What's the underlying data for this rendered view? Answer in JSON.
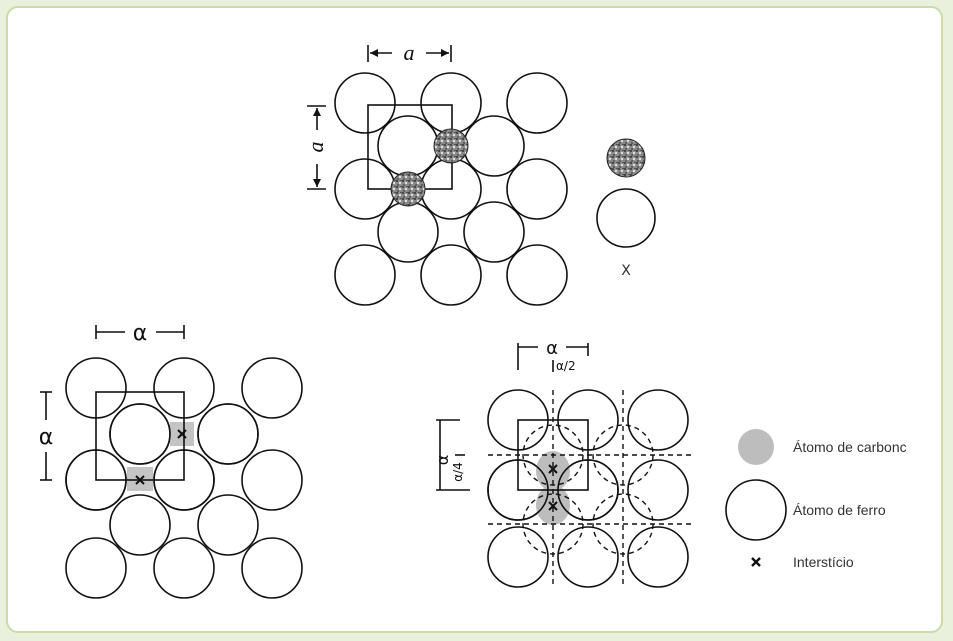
{
  "top_panel": {
    "lattice_label_h": "a",
    "lattice_label_v": "a",
    "legend_carbon_letter": "",
    "legend_x_label": "X"
  },
  "left_panel": {
    "label_h": "α",
    "label_v": "α"
  },
  "right_panel": {
    "label_h": "α",
    "label_h_half": "α/2",
    "label_v": "α",
    "label_v_quarter": "α/4"
  },
  "legend": {
    "carbon": "Átomo de carbonc",
    "iron": "Átomo de ferro",
    "interstice": "Interstício"
  },
  "colors": {
    "frame_border": "#c9dca8",
    "background": "#e9f1dc",
    "carbon_gray": "#b8b8b8",
    "line": "#111111"
  }
}
